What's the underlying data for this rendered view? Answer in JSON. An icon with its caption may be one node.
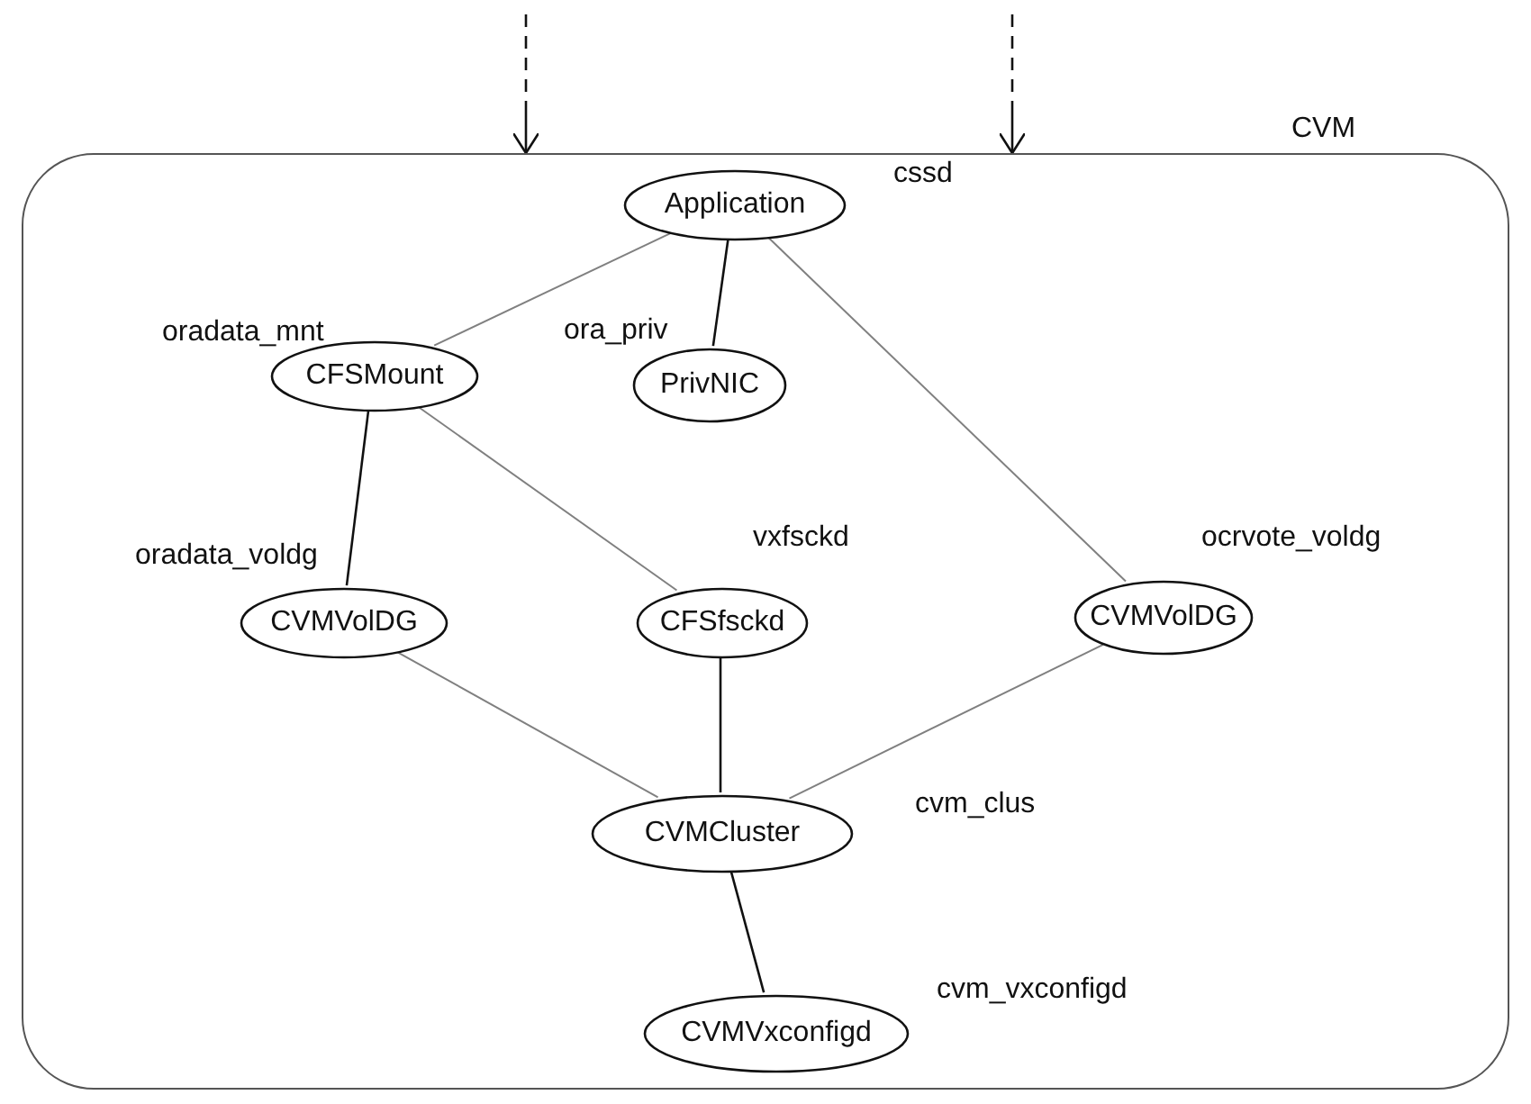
{
  "diagram": {
    "nodes": [
      {
        "text": [
          "CVM"
        ]
      },
      {
        "text": [
          "Application"
        ],
        "beside": [
          "cssd"
        ],
        "in": 0
      },
      {
        "text": [
          "CFSMount"
        ],
        "beside": [
          "oradata_mnt"
        ],
        "in": 0
      },
      {
        "text": [
          "PrivNIC"
        ],
        "beside": [
          "ora_priv"
        ],
        "in": 0
      },
      {
        "text": [
          "CVMVolDG"
        ],
        "beside": [
          "oradata_voldg"
        ],
        "in": 0
      },
      {
        "text": [
          "CFSfsckd"
        ],
        "beside": [
          "vxfsckd"
        ],
        "in": 0
      },
      {
        "text": [
          "CVMVolDG"
        ],
        "beside": [
          "ocrvote_voldg"
        ],
        "in": 0
      },
      {
        "text": [
          "CVMCluster"
        ],
        "beside": [
          "cvm_clus"
        ],
        "in": 0
      },
      {
        "text": [
          "CVMVxconfigd"
        ],
        "beside": [
          "cvm_vxconfigd"
        ],
        "in": 0
      }
    ],
    "edges": [
      {
        "from": null,
        "to": 0,
        "arrow": "to",
        "style": "dashed"
      },
      {
        "from": null,
        "to": 0,
        "arrow": "to",
        "style": "dashed"
      },
      {
        "from": 1,
        "to": 2,
        "arrow": "none",
        "color": "#808080"
      },
      {
        "from": 1,
        "to": 3,
        "arrow": "none"
      },
      {
        "from": 1,
        "to": 6,
        "arrow": "none",
        "color": "#808080"
      },
      {
        "from": 2,
        "to": 4,
        "arrow": "none"
      },
      {
        "from": 2,
        "to": 5,
        "arrow": "none",
        "color": "#808080"
      },
      {
        "from": 4,
        "to": 7,
        "arrow": "none",
        "color": "#808080"
      },
      {
        "from": 5,
        "to": 7,
        "arrow": "none"
      },
      {
        "from": 6,
        "to": 7,
        "arrow": "none",
        "color": "#808080"
      },
      {
        "from": 7,
        "to": 8,
        "arrow": "none"
      }
    ]
  }
}
